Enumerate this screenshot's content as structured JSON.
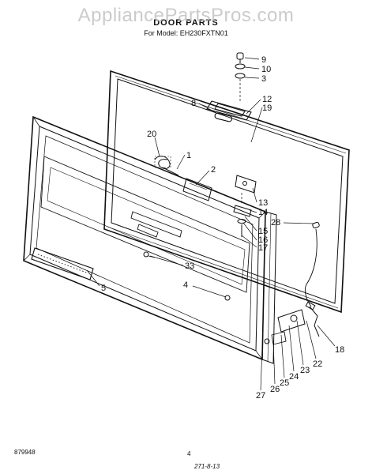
{
  "watermark": "AppliancePartsPros.com",
  "header": {
    "title": "DOOR PARTS",
    "model": "For Model: EH230FXTN01"
  },
  "callouts": {
    "c9": "9",
    "c10": "10",
    "c3": "3",
    "c8": "8",
    "c12": "12",
    "c19": "19",
    "c20": "20",
    "c1": "1",
    "c2": "2",
    "c13": "13",
    "c14": "14",
    "c28": "28",
    "c15": "15",
    "c16": "16",
    "c17": "17",
    "c33": "33",
    "c4": "4",
    "c5": "5",
    "c18": "18",
    "c22": "22",
    "c23": "23",
    "c24": "24",
    "c25": "25",
    "c26": "26",
    "c27": "27"
  },
  "footer": {
    "left_code": "879948",
    "page_number": "4",
    "date_code": "271-8-13"
  }
}
